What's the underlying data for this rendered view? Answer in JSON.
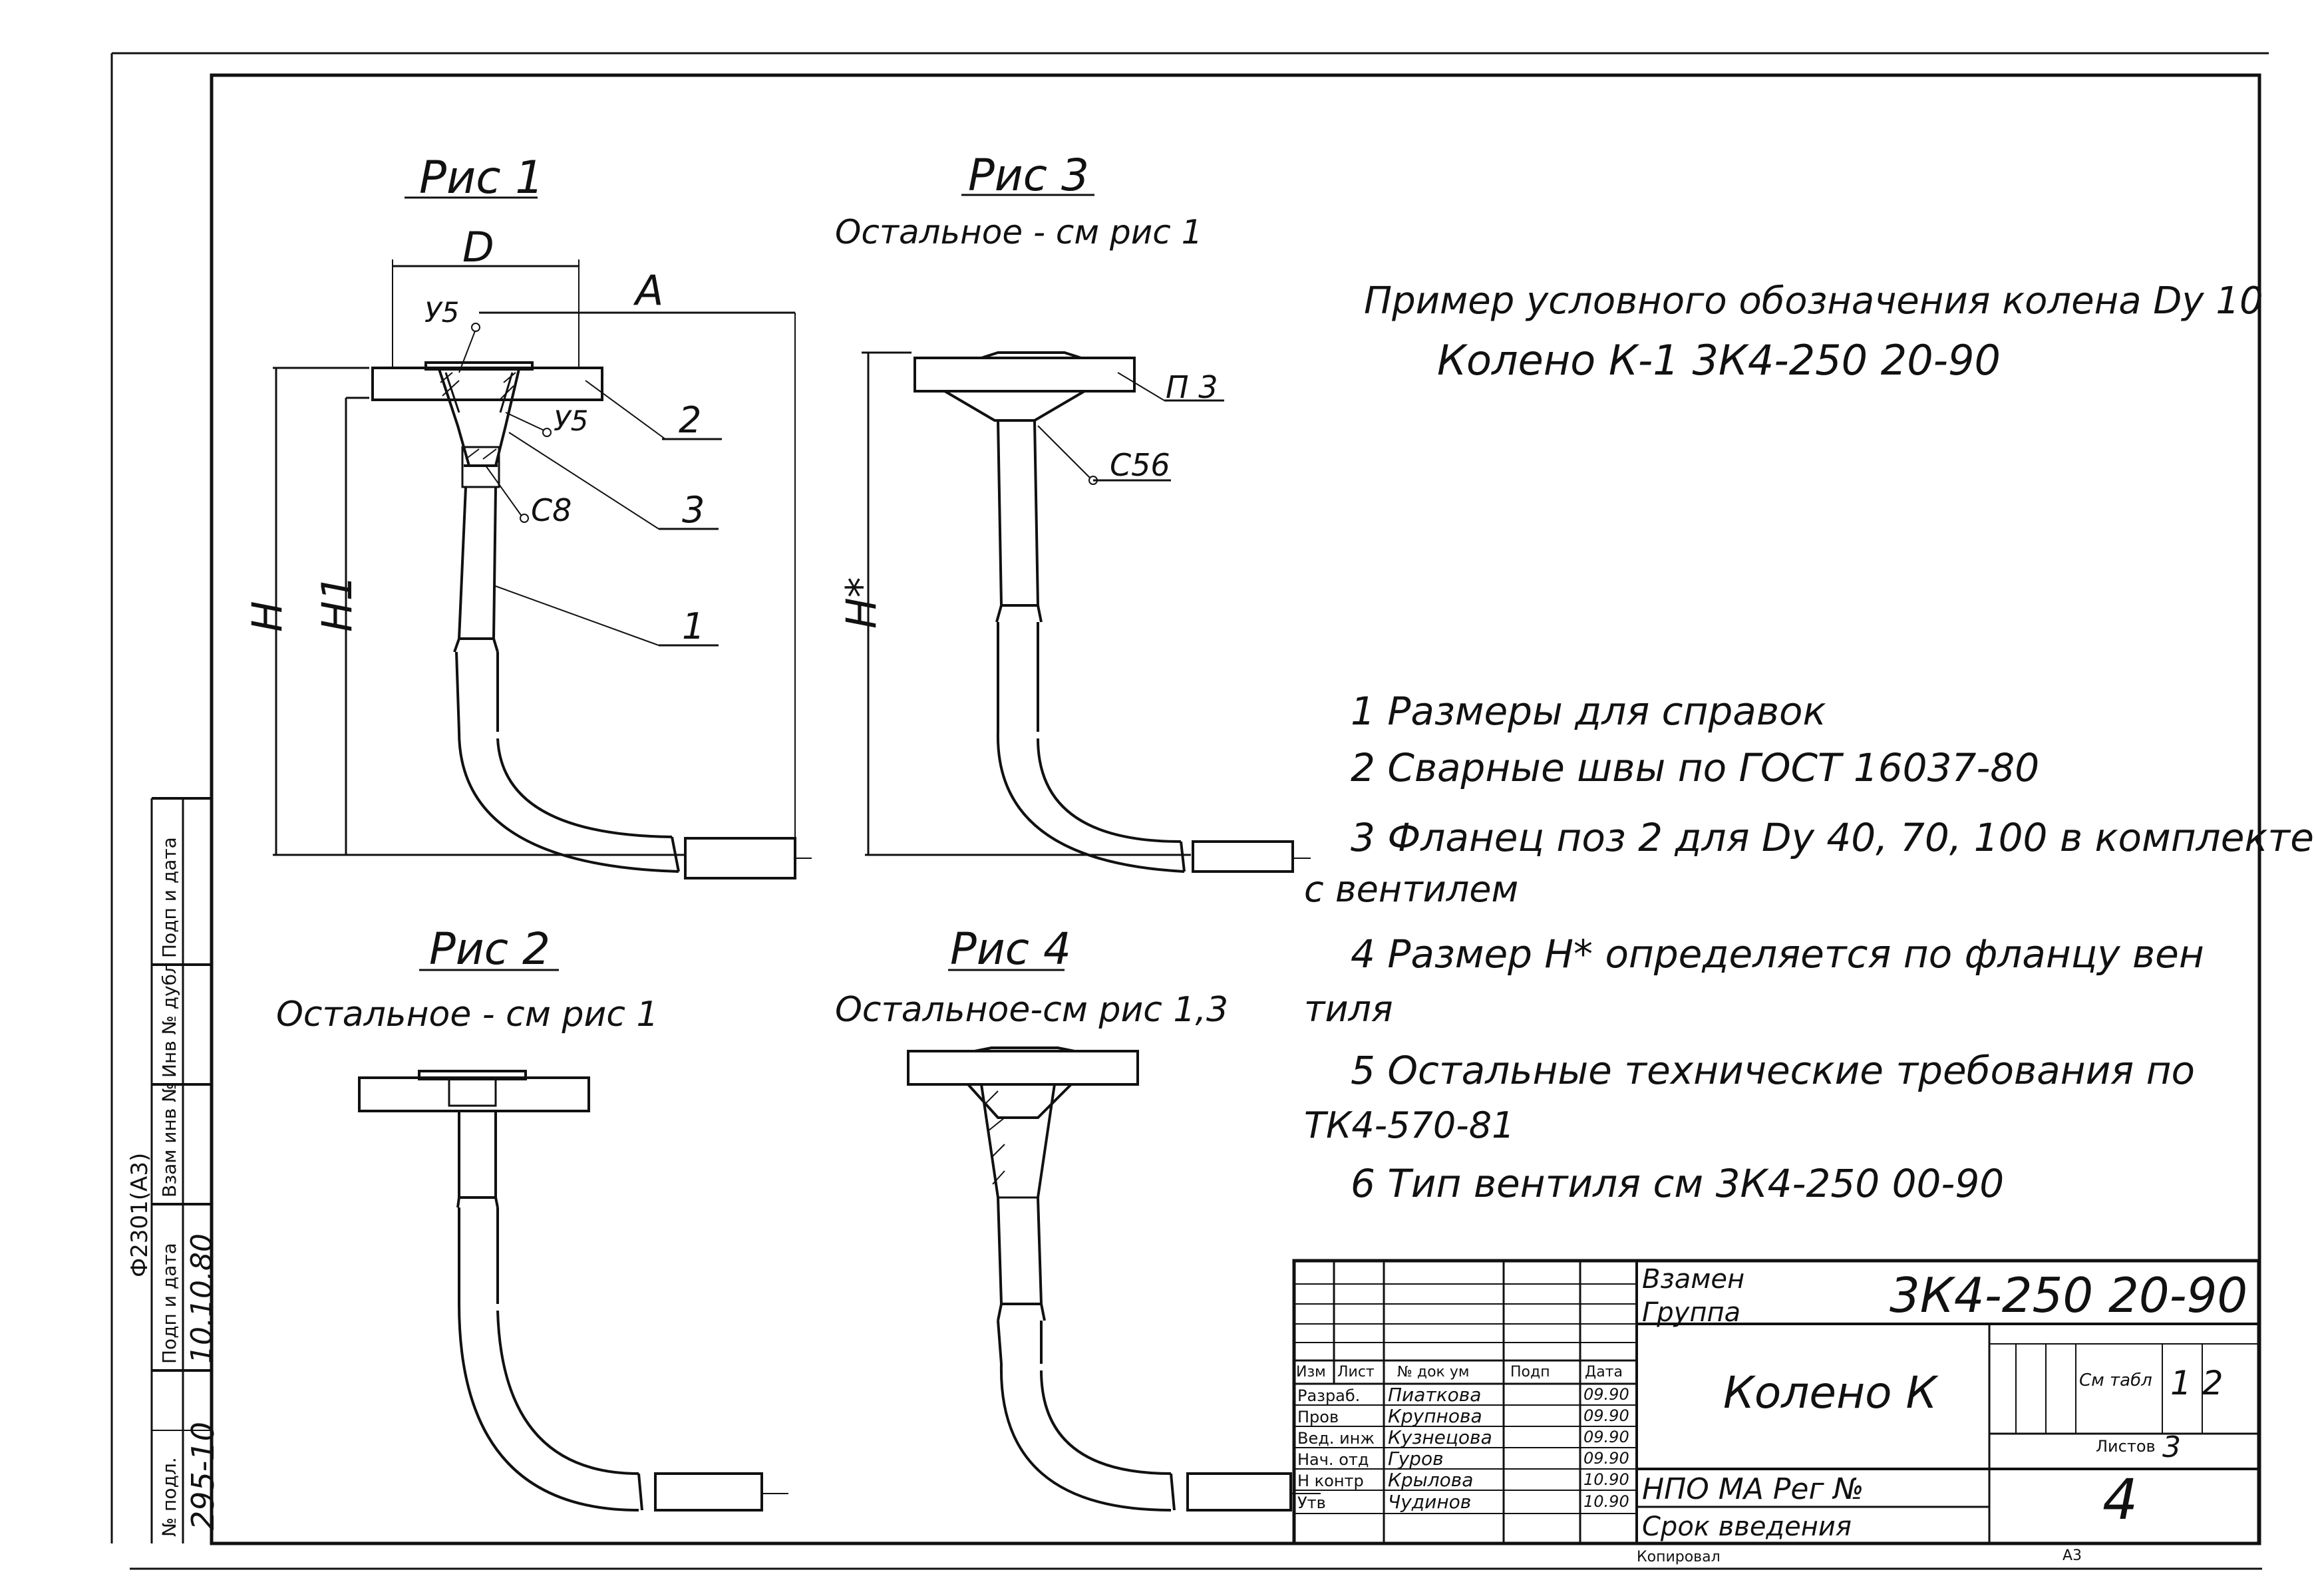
{
  "figures": {
    "fig1": {
      "title": "Рис 1",
      "dim_d": "D",
      "dim_a": "A",
      "dim_h": "H",
      "dim_h1": "H1",
      "weld_top": "У5",
      "weld_right": "У5",
      "weld_c8": "С8",
      "pos2": "2",
      "pos3": "3",
      "pos1": "1"
    },
    "fig2": {
      "title": "Рис 2",
      "note": "Остальное - см рис 1"
    },
    "fig3": {
      "title": "Рис 3",
      "note": "Остальное - см рис 1",
      "dim_h": "H*",
      "weld_p3": "П 3",
      "weld_c56": "С56"
    },
    "fig4": {
      "title": "Рис 4",
      "note": "Остальное-см рис 1,3"
    }
  },
  "designation": {
    "line1": "Пример условного обозначения колена Dу 10",
    "line2": "Колено  К-1  3К4-250 20-90"
  },
  "notes": [
    "1 Размеры для справок",
    "2 Сварные швы по ГОСТ 16037-80",
    "3 Фланец поз 2 для Dу 40, 70, 100 в комплекте",
    "с вентилем",
    "4 Размер H* определяется по фланцу вен",
    "тиля",
    "5 Остальные технические требования по",
    "ТК4-570-81",
    "6 Тип вентиля см 3К4-250 00-90"
  ],
  "left_strip": {
    "format_code": "Ф2301(А3)",
    "inv_orig": "№ подл.",
    "inv_value": "295-10",
    "sign_date": "Подп и дата",
    "sign_value": "10.10.80",
    "replace_inv": "Взам инв №",
    "inv_dup": "Инв № дубл",
    "sign_date2": "Подп и дата"
  },
  "title_block": {
    "replace_label": "Взамен",
    "group_label": "Группа",
    "doc_code": "3К4-250 20-90",
    "doc_name": "Колено К",
    "header": {
      "izm": "Изм",
      "list": "Лист",
      "doc_no": "№ док ум",
      "sign": "Подп",
      "date": "Дата"
    },
    "rows": [
      {
        "role": "Разраб.",
        "name": "Пиаткова",
        "date": "09.90"
      },
      {
        "role": "Пров",
        "name": "Крупнова",
        "date": "09.90"
      },
      {
        "role": "Вед. инж",
        "name": "Кузнецова",
        "date": "09.90"
      },
      {
        "role": "Нач. отд",
        "name": "Гуров",
        "date": "09.90"
      },
      {
        "role": "Н контр",
        "name": "Крылова",
        "date": "10.90"
      },
      {
        "role": "Утв",
        "name": "Чудинов",
        "date": "10.90"
      }
    ],
    "org": "НПО МА Рег №",
    "intro": "Срок введения",
    "sheet_label": "См табл",
    "sheet_values": "1  2",
    "sheets_total_label": "Листов",
    "sheets_total": "3",
    "page": "4",
    "copied": "Копировал",
    "format": "А3"
  }
}
